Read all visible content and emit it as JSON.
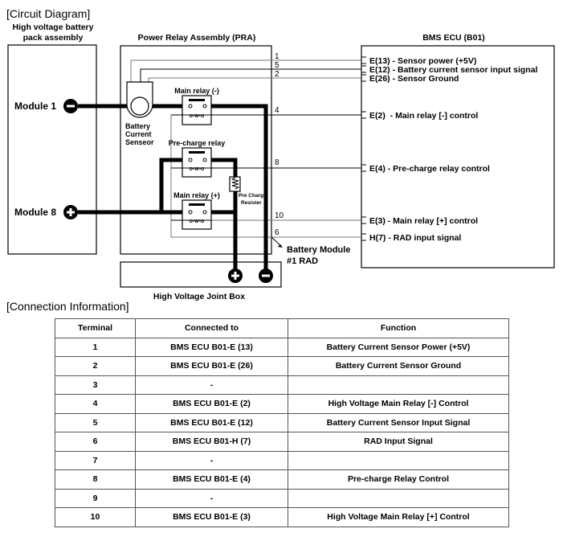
{
  "diagram": {
    "title": "[Circuit Diagram]",
    "battery_pack_label": [
      "High voltage battery",
      "pack assembly"
    ],
    "pra_title": "Power Relay Assembly (PRA)",
    "bms_title": "BMS ECU (B01)",
    "hv_joint_box": "High Voltage Joint Box",
    "module_1": "Module 1",
    "module_8": "Module 8",
    "sensor_label": [
      "Battery",
      "Current",
      "Senseor"
    ],
    "main_relay_minus": "Main relay (-)",
    "precharge_relay": "Pre-charge relay",
    "main_relay_plus": "Main relay (+)",
    "precharge_resister": [
      "Pre Charge",
      "Resister"
    ],
    "rad_label": [
      "Battery Module",
      "#1 RAD"
    ],
    "wire_numbers": [
      "1",
      "5",
      "2",
      "4",
      "8",
      "10",
      "6"
    ],
    "ecu_pins": [
      "E(13) - Sensor power (+5V)",
      "E(12) - Battery current sensor input signal",
      "E(26) - Sensor Ground",
      "E(2)  - Main relay [-] control",
      "E(4) - Pre-charge relay control",
      "E(3) - Main relay [+] control",
      "H(7) - RAD input signal"
    ]
  },
  "connection": {
    "title": "[Connection Information]",
    "headers": [
      "Terminal",
      "Connected to",
      "Function"
    ],
    "rows": [
      [
        "1",
        "BMS ECU B01-E (13)",
        "Battery Current Sensor Power (+5V)"
      ],
      [
        "2",
        "BMS ECU B01-E (26)",
        "Battery Current Sensor Ground"
      ],
      [
        "3",
        "-",
        ""
      ],
      [
        "4",
        "BMS ECU B01-E (2)",
        "High Voltage Main Relay [-] Control"
      ],
      [
        "5",
        "BMS ECU B01-E (12)",
        "Battery Current Sensor Input Signal"
      ],
      [
        "6",
        "BMS ECU B01-H (7)",
        "RAD Input Signal"
      ],
      [
        "7",
        "-",
        ""
      ],
      [
        "8",
        "BMS ECU B01-E (4)",
        "Pre-charge Relay Control"
      ],
      [
        "9",
        "-",
        ""
      ],
      [
        "10",
        "BMS ECU B01-E (3)",
        "High Voltage Main Relay [+] Control"
      ]
    ]
  }
}
